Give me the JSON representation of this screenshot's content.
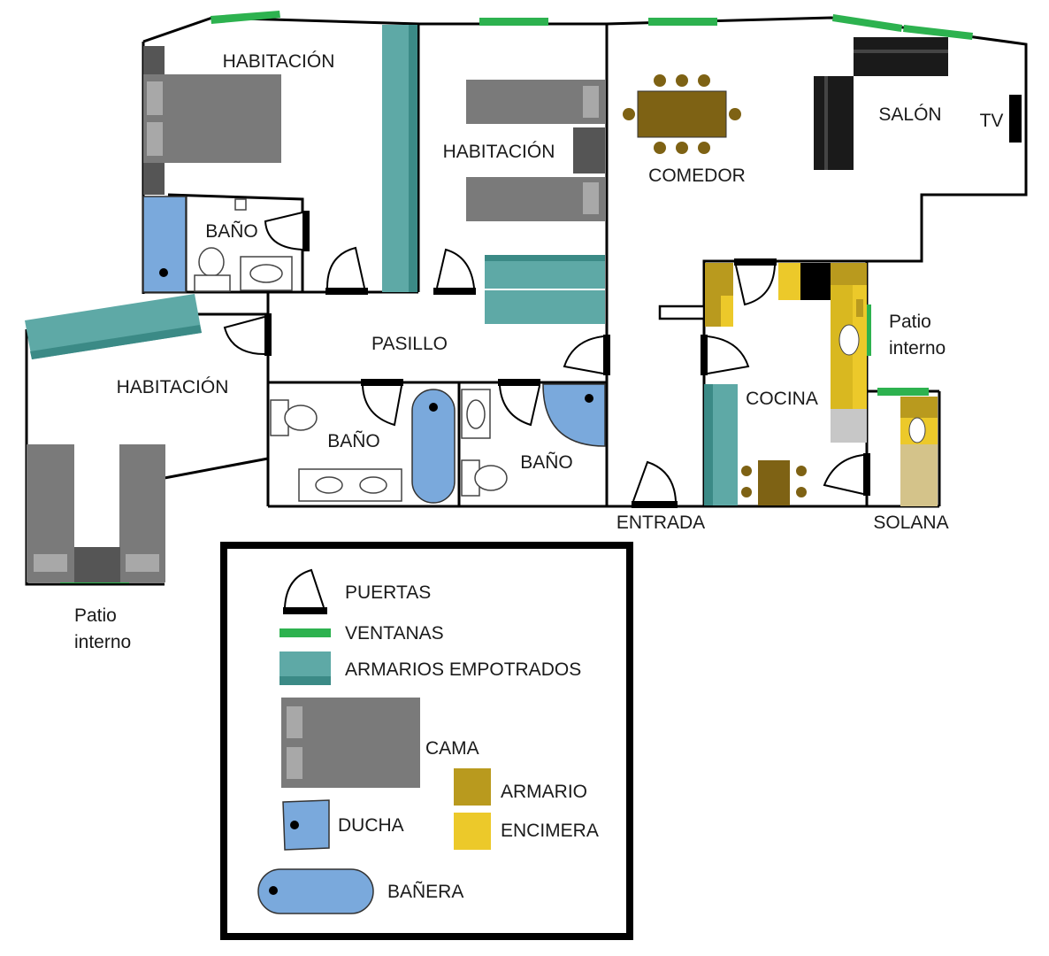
{
  "rooms": {
    "habitacion_1": "HABITACIÓN",
    "habitacion_2": "HABITACIÓN",
    "habitacion_3": "HABITACIÓN",
    "bano_1": "BAÑO",
    "bano_2": "BAÑO",
    "bano_3": "BAÑO",
    "pasillo": "PASILLO",
    "comedor": "COMEDOR",
    "salon": "SALÓN",
    "tv": "TV",
    "cocina": "COCINA",
    "entrada": "ENTRADA",
    "solana": "SOLANA",
    "patio_left": [
      "Patio",
      "interno"
    ],
    "patio_right": [
      "Patio",
      "interno"
    ]
  },
  "legend": {
    "puertas": "PUERTAS",
    "ventanas": "VENTANAS",
    "armarios_empotrados": "ARMARIOS EMPOTRADOS",
    "cama": "CAMA",
    "ducha": "DUCHA",
    "armario": "ARMARIO",
    "encimera": "ENCIMERA",
    "banera": "BAÑERA"
  },
  "colors": {
    "wall": "#000000",
    "window": "#2db24f",
    "wardrobe": "#5ea9a6",
    "wardrobe_dark": "#3b8a86",
    "bed": "#7a7a7a",
    "pillow": "#a8a8a8",
    "shower": "#7aa9dc",
    "cabinet": "#b99a1e",
    "counter": "#ecc92a",
    "table": "#7e6214",
    "sofa": "#1a1a1a"
  }
}
